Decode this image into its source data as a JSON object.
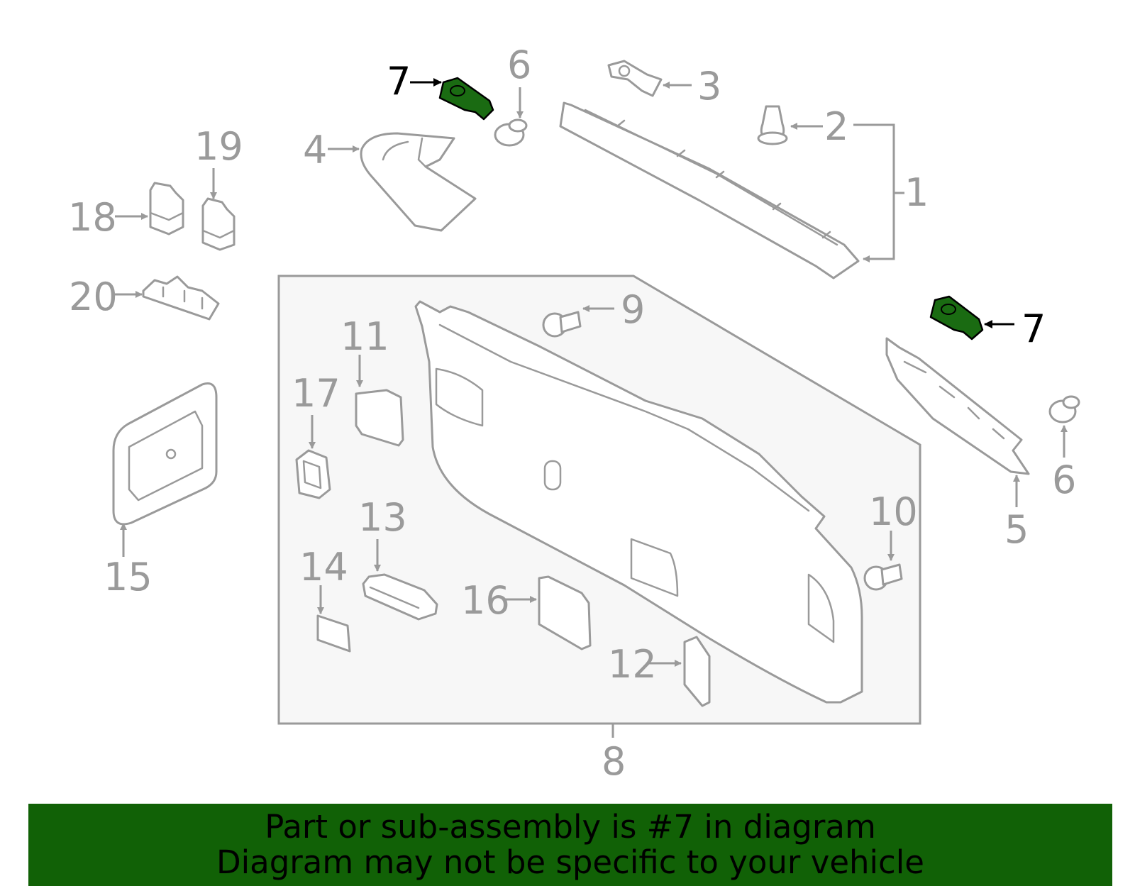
{
  "callouts": {
    "c1": "1",
    "c2": "2",
    "c3": "3",
    "c4": "4",
    "c5": "5",
    "c6a": "6",
    "c6b": "6",
    "c7a": "7",
    "c7b": "7",
    "c8": "8",
    "c9": "9",
    "c10": "10",
    "c11": "11",
    "c12": "12",
    "c13": "13",
    "c14": "14",
    "c15": "15",
    "c16": "16",
    "c17": "17",
    "c18": "18",
    "c19": "19",
    "c20": "20"
  },
  "highlight": {
    "part_number": "7",
    "color": "#1a6b12"
  },
  "colors": {
    "line": "#9a9a9a",
    "panel_fill": "#f7f7f7",
    "banner": "#116106",
    "banner_text": "#000000"
  },
  "banner": {
    "line1": "Part or sub-assembly is #7 in diagram",
    "line2": "Diagram may not be specific to your vehicle"
  }
}
